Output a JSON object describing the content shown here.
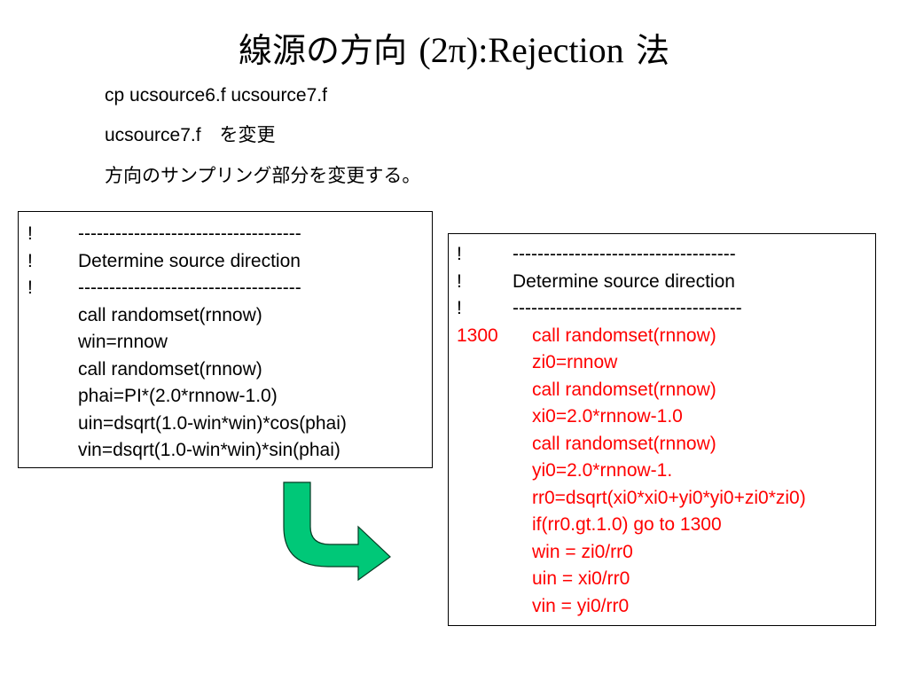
{
  "slide": {
    "title_ja": "線源の方向",
    "title_en": "(2π):Rejection",
    "title_suffix": "法",
    "intro": [
      "cp ucsource6.f ucsource7.f",
      "ucsource7.f　を変更",
      "方向のサンプリング部分を変更する。"
    ]
  },
  "left_code": [
    {
      "mark": "!",
      "text": "------------------------------------"
    },
    {
      "mark": "!",
      "text": "Determine source  direction"
    },
    {
      "mark": "!",
      "text": "------------------------------------"
    },
    {
      "mark": "",
      "text": "call randomset(rnnow)"
    },
    {
      "mark": "",
      "text": "win=rnnow"
    },
    {
      "mark": "",
      "text": "call randomset(rnnow)"
    },
    {
      "mark": "",
      "text": "phai=PI*(2.0*rnnow-1.0)"
    },
    {
      "mark": "",
      "text": "uin=dsqrt(1.0-win*win)*cos(phai)"
    },
    {
      "mark": "",
      "text": "vin=dsqrt(1.0-win*win)*sin(phai)"
    }
  ],
  "right_code": [
    {
      "mark": "!",
      "text": "------------------------------------"
    },
    {
      "mark": "!",
      "text": "Determine source  direction"
    },
    {
      "mark": "!",
      "text": "-------------------------------------"
    },
    {
      "mark": "1300",
      "text": "call randomset(rnnow)"
    },
    {
      "mark": "",
      "text": "zi0=rnnow"
    },
    {
      "mark": "",
      "text": "call randomset(rnnow)"
    },
    {
      "mark": "",
      "text": "xi0=2.0*rnnow-1.0"
    },
    {
      "mark": "",
      "text": "call randomset(rnnow)"
    },
    {
      "mark": "",
      "text": "yi0=2.0*rnnow-1."
    },
    {
      "mark": "",
      "text": "rr0=dsqrt(xi0*xi0+yi0*yi0+zi0*zi0)"
    },
    {
      "mark": "",
      "text": "if(rr0.gt.1.0) go to 1300"
    },
    {
      "mark": "",
      "text": "win = zi0/rr0"
    },
    {
      "mark": "",
      "text": "uin = xi0/rr0"
    },
    {
      "mark": "",
      "text": "vin = yi0/rr0"
    }
  ],
  "colors": {
    "changed_code": "#ff0000",
    "arrow_fill": "#00c878",
    "arrow_stroke": "#003a22"
  },
  "icons": {
    "arrow": "curved-arrow-down-right-icon"
  }
}
